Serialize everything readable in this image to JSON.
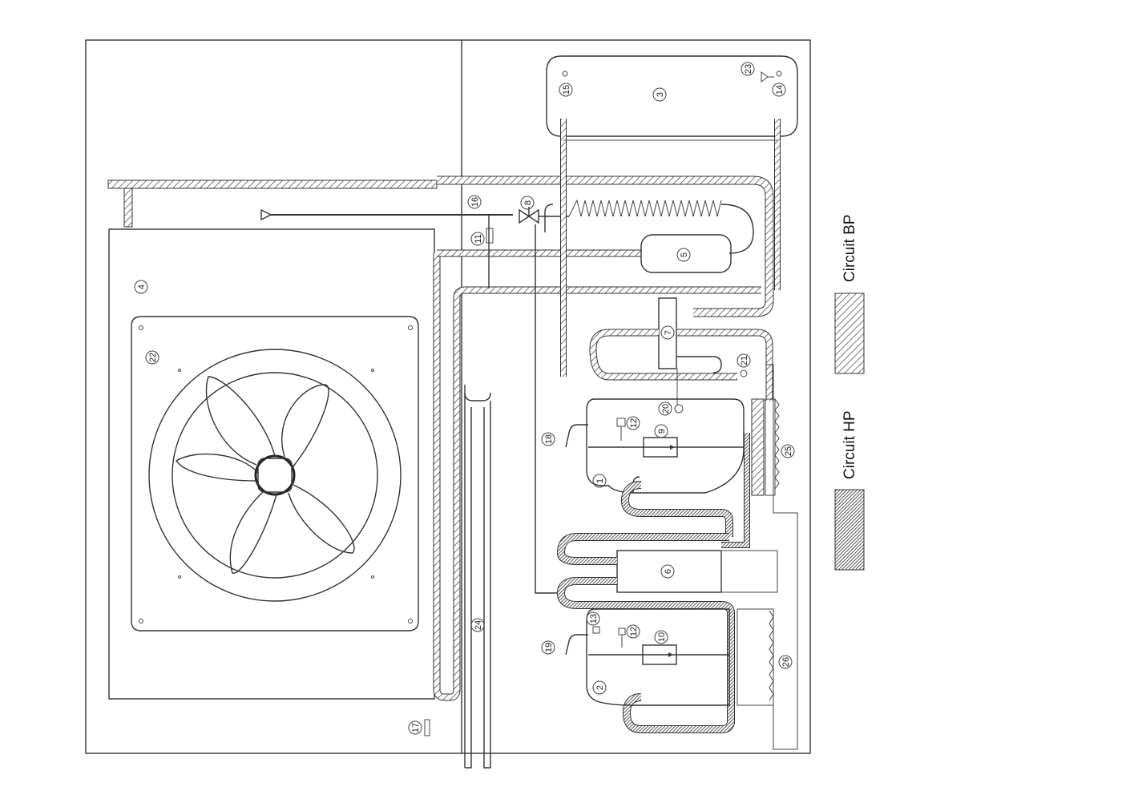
{
  "legend": {
    "hp": {
      "label": "Circuit HP",
      "fill": "#666666"
    },
    "bp": {
      "label": "Circuit BP",
      "fill": "#9a9a9a"
    }
  },
  "callouts": [
    "1",
    "2",
    "3",
    "4",
    "5",
    "6",
    "7",
    "8",
    "9",
    "10",
    "11",
    "12",
    "12",
    "13",
    "14",
    "15",
    "16",
    "17",
    "18",
    "19",
    "20",
    "21",
    "22",
    "23",
    "24",
    "25",
    "26"
  ],
  "colors": {
    "line": "#333333",
    "background": "#ffffff"
  }
}
